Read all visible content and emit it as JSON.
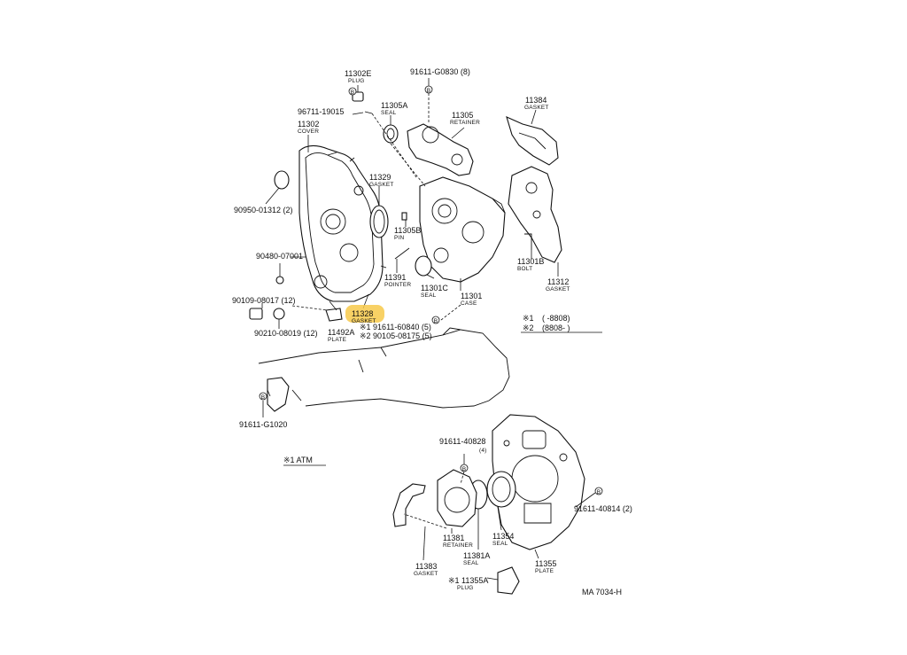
{
  "diagram_id": "MA 7034-H",
  "labels": {
    "p11302E": {
      "num": "11302E",
      "name": "PLUG"
    },
    "p91611G0830": {
      "num": "91611-G0830 (8)"
    },
    "p96711": {
      "num": "96711-19015"
    },
    "p11305A": {
      "num": "11305A",
      "name": "SEAL"
    },
    "p11305": {
      "num": "11305",
      "name": "RETAINER"
    },
    "p11384": {
      "num": "11384",
      "name": "GASKET"
    },
    "p11302": {
      "num": "11302",
      "name": "COVER"
    },
    "p90950": {
      "num": "90950-01312 (2)"
    },
    "p11329": {
      "num": "11329",
      "name": "GASKET"
    },
    "p11305B": {
      "num": "11305B",
      "name": "PIN"
    },
    "p90480": {
      "num": "90480-07001"
    },
    "p11391": {
      "num": "11391",
      "name": "POINTER"
    },
    "p11301C": {
      "num": "11301C",
      "name": "SEAL"
    },
    "p11301": {
      "num": "11301",
      "name": "CASE"
    },
    "p11301B": {
      "num": "11301B",
      "name": "BOLT"
    },
    "p11312": {
      "num": "11312",
      "name": "GASKET"
    },
    "p90109": {
      "num": "90109-08017 (12)"
    },
    "p11328": {
      "num": "11328",
      "name": "GASKET"
    },
    "p90210": {
      "num": "90210-08019 (12)"
    },
    "p11492A": {
      "num": "11492A",
      "name": "PLATE"
    },
    "p91611_60840": {
      "num": "※1 91611-60840 (5)"
    },
    "p90105": {
      "num": "※2 90105-08175 (5)"
    },
    "p91611G1020": {
      "num": "91611-G1020"
    },
    "p91611_40828": {
      "num": "91611-40828",
      "qty": "(4)"
    },
    "p91611_40814": {
      "num": "91611-40814 (2)"
    },
    "p11381": {
      "num": "11381",
      "name": "RETAINER"
    },
    "p11354": {
      "num": "11354",
      "name": "SEAL"
    },
    "p11381A": {
      "num": "11381A",
      "name": "SEAL"
    },
    "p11383": {
      "num": "11383",
      "name": "GASKET"
    },
    "p11355A": {
      "num": "※1 11355A",
      "name": "PLUG"
    },
    "p11355": {
      "num": "11355",
      "name": "PLATE"
    }
  },
  "legend": {
    "row1_mark": "※1",
    "row1_range": "(      -8808)",
    "row2_mark": "※2",
    "row2_range": "(8808-        )",
    "atm_note": "※1 ATM"
  },
  "badge_letter": "B",
  "highlight_part": "11328",
  "colors": {
    "highlight": "#f7c94a",
    "ink": "#111111"
  }
}
